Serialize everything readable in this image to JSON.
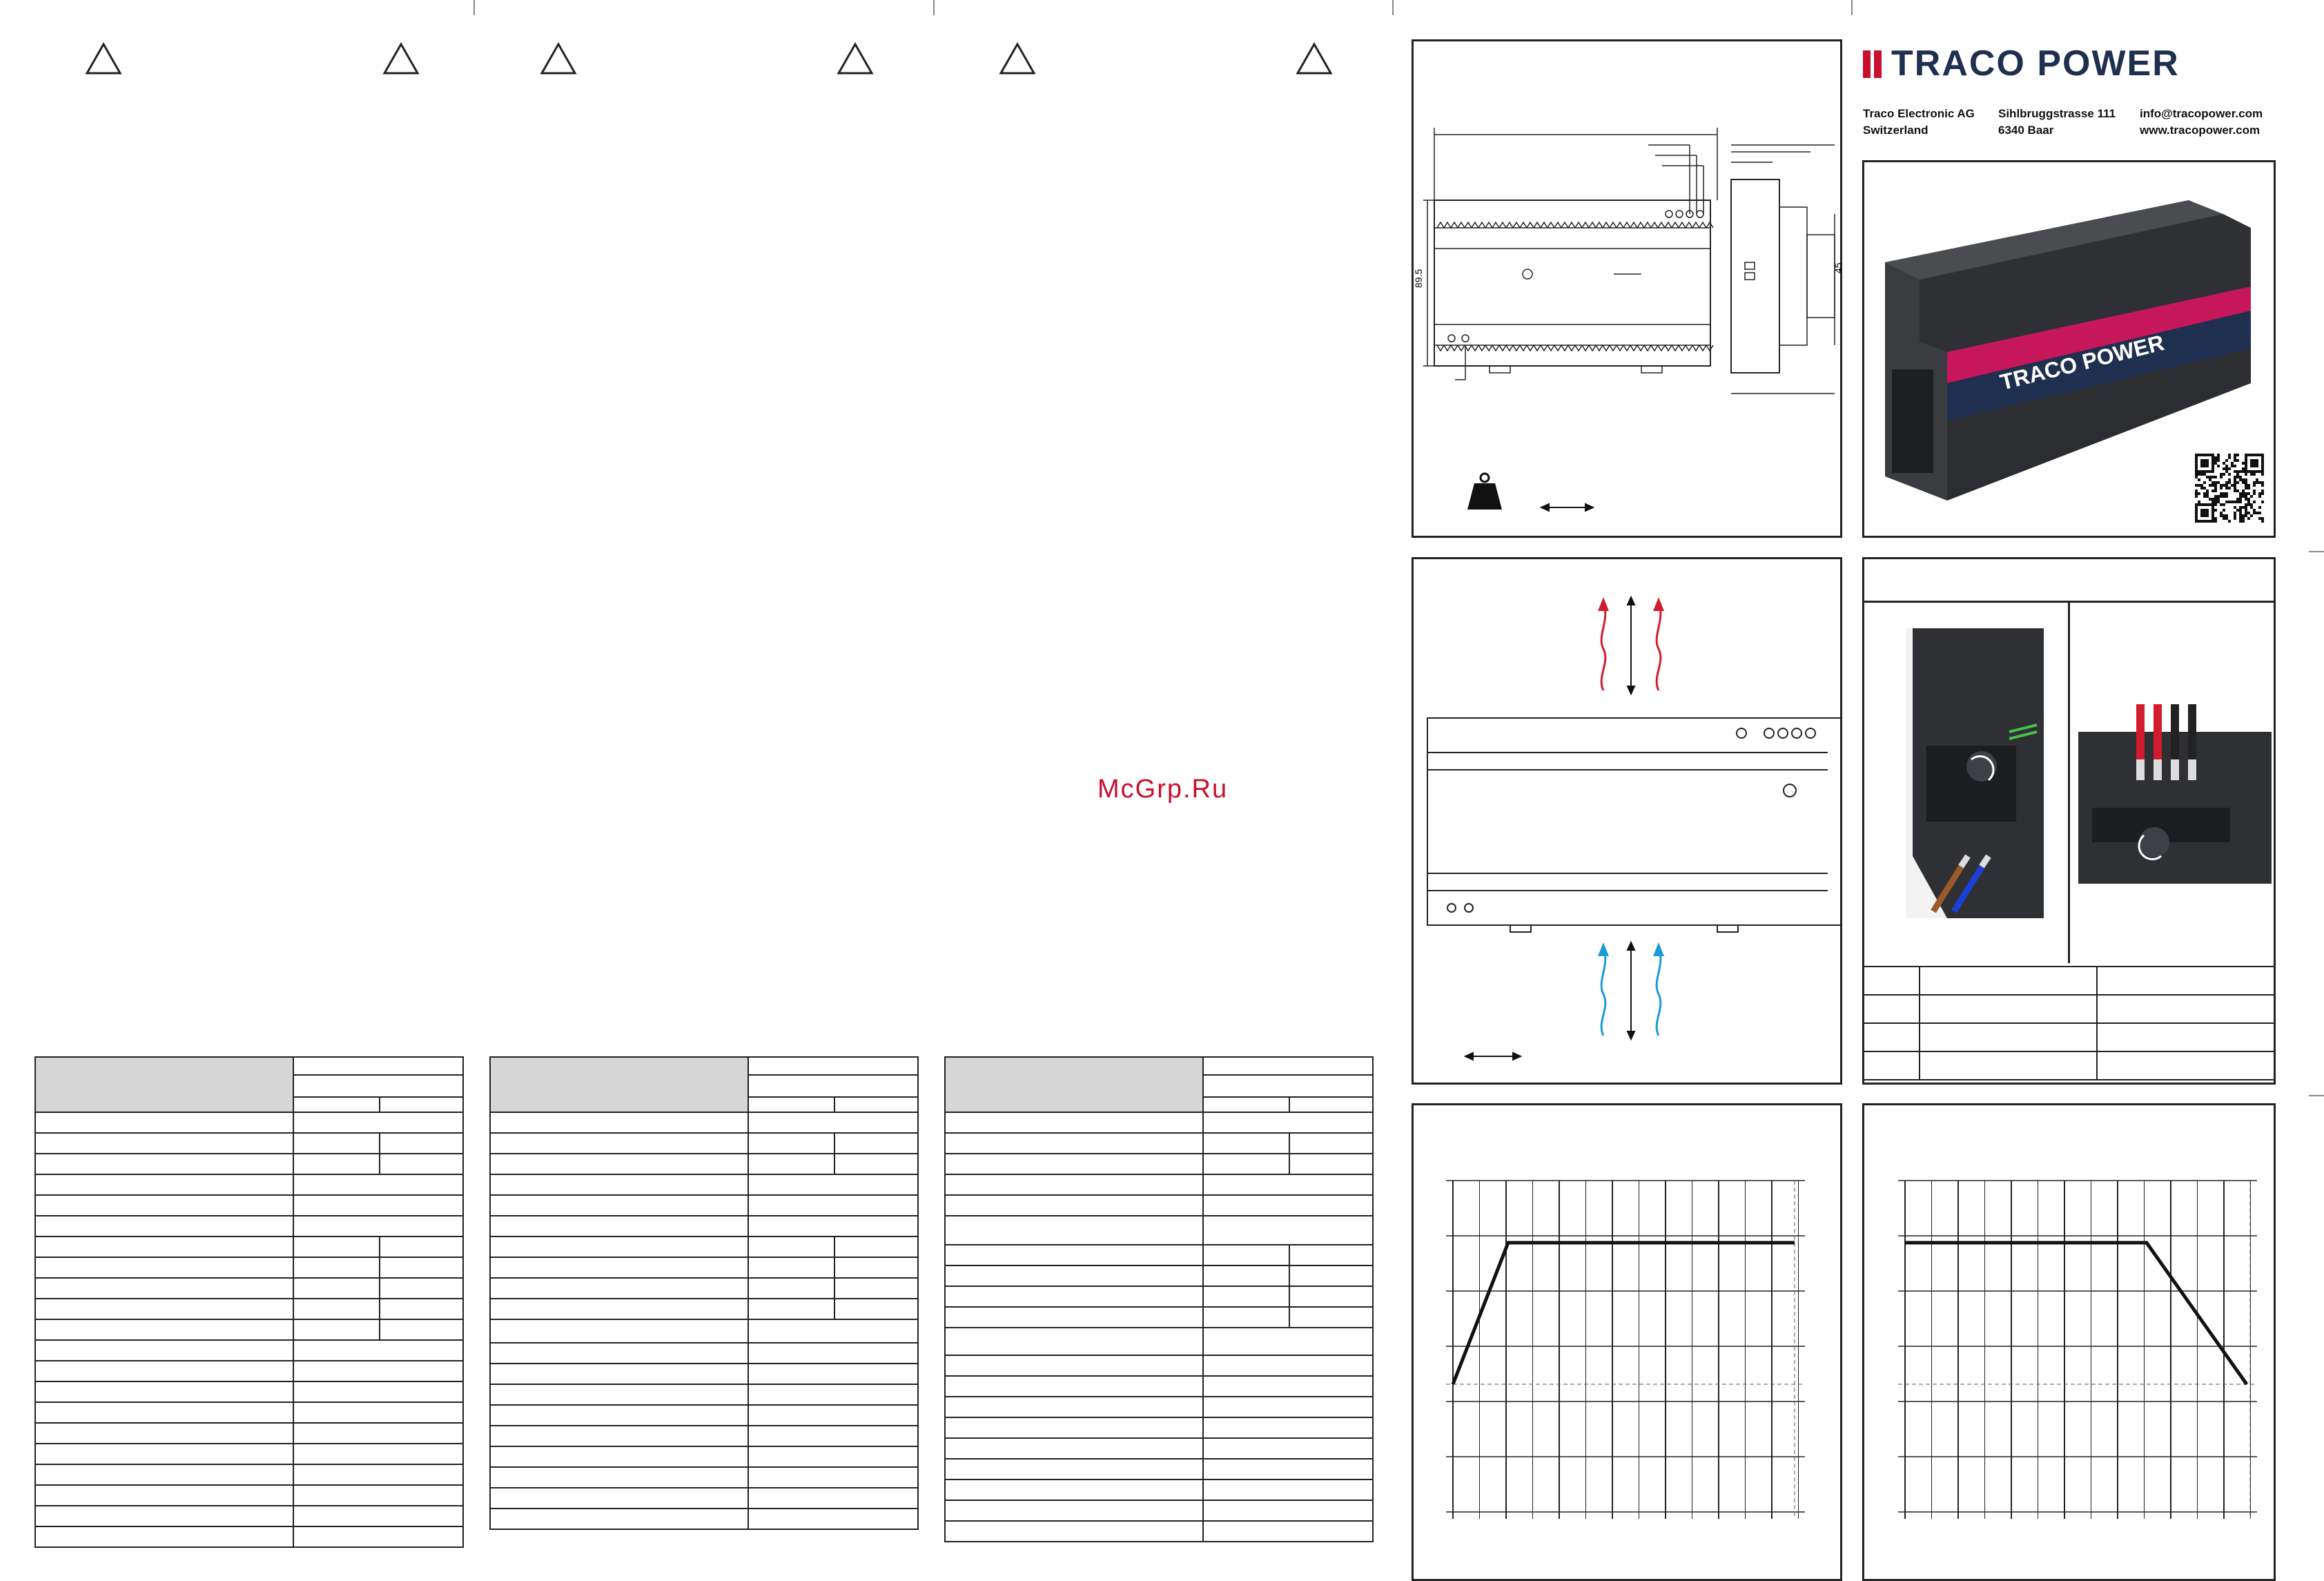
{
  "brand": {
    "name": "TRACO POWER",
    "company": "Traco Electronic AG",
    "country": "Switzerland",
    "street": "Sihlbruggstrasse 111",
    "city": "6340 Baar",
    "email": "info@tracopower.com",
    "web": "www.tracopower.com",
    "accent_color": "#c8102e",
    "navy_color": "#1f2f4f"
  },
  "watermark": "McGrp.Ru",
  "dimensions": {
    "height_label": "89.5",
    "depth_label": "45"
  },
  "icons": [
    "warning-triangle-icon",
    "weight-icon",
    "arrow-icon",
    "qr-code-icon"
  ]
}
